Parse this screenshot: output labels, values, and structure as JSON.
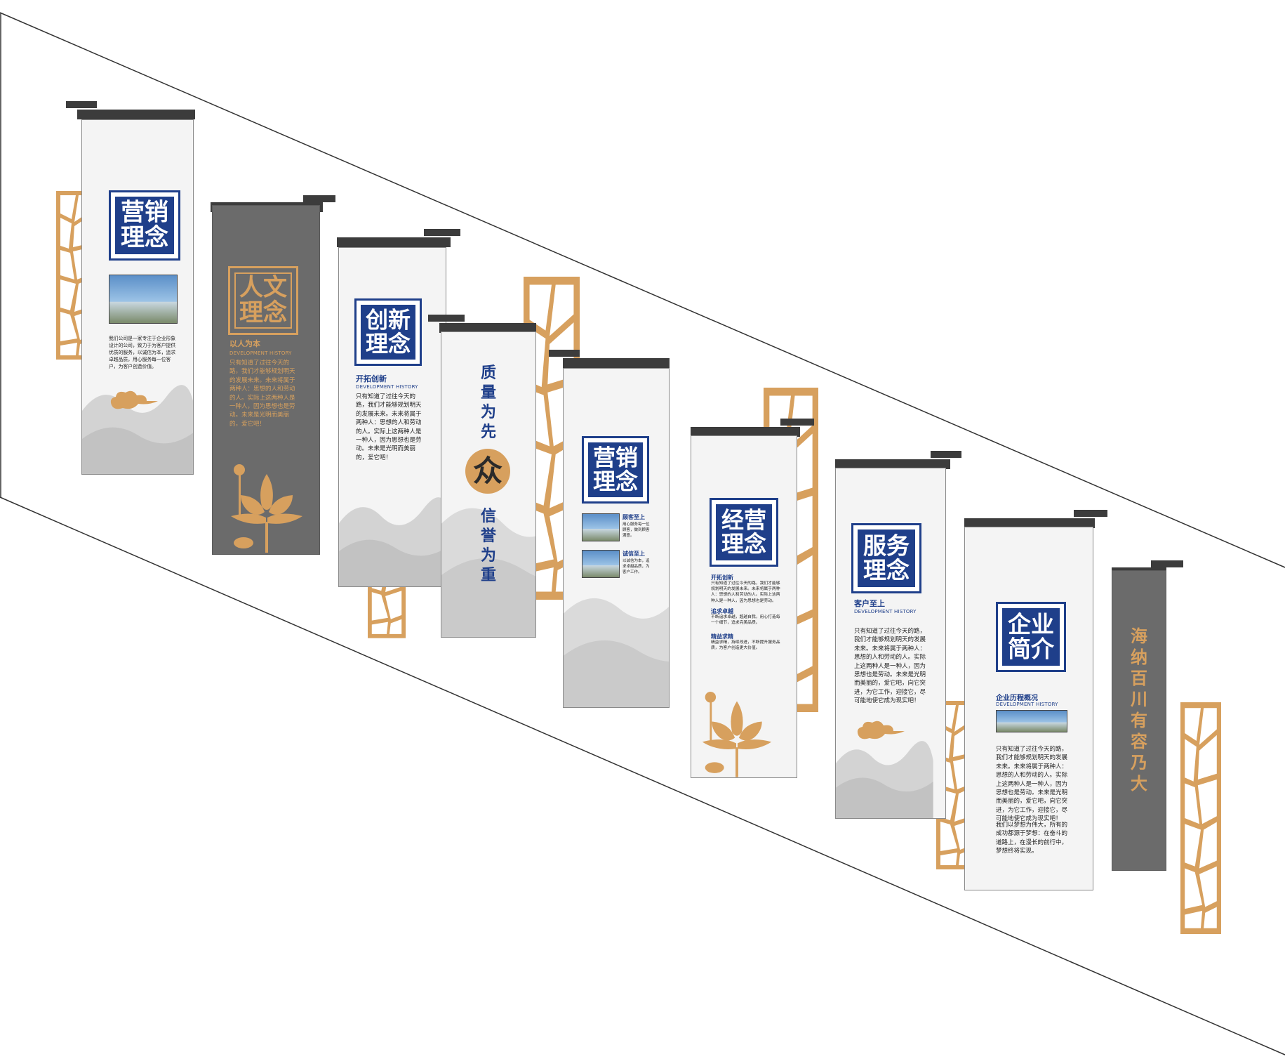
{
  "colors": {
    "navy": "#1f3f8a",
    "gold": "#d7a05e",
    "gray": "#6b6b6b",
    "roof": "#3c3c3c"
  },
  "panels": {
    "p1": {
      "title": "营销理念",
      "body": "我们公司是一家专注于企业形象设计的公司，致力于为客户提供优质的服务，以诚信为本，追求卓越品质，用心服务每一位客户，为客户创造价值。"
    },
    "p2": {
      "title": "人文理念",
      "subhead": "以人为本",
      "eng": "DEVELOPMENT HISTORY",
      "body": "只有知道了过往今天的路，我们才能够规划明天的发展未来。未来将属于两种人：思想的人和劳动的人。实际上这两种人是一种人，因为思想也是劳动。未来是光明而美丽的，爱它吧！"
    },
    "p3": {
      "title": "创新理念",
      "subhead": "开拓创新",
      "eng": "DEVELOPMENT HISTORY",
      "body": "只有知道了过往今天的路，我们才能够规划明天的发展未来。未来将属于两种人：思想的人和劳动的人。实际上这两种人是一种人，因为思想也是劳动。未来是光明而美丽的，爱它吧！"
    },
    "p4": {
      "top": "质量为先",
      "bottom": "信誉为重",
      "seal": "众"
    },
    "p5": {
      "title": "营销理念",
      "items": [
        {
          "head": "顾客至上",
          "body": "用心服务每一位顾客，做到顾客满意。"
        },
        {
          "head": "诚信至上",
          "body": "以诚信为本，追求卓越品质，为客户工作。"
        }
      ]
    },
    "p6": {
      "title": "经营理念",
      "sections": [
        {
          "head": "开拓创新",
          "body": "只有知道了过往今天的路，我们才能够规划明天的发展未来。未来将属于两种人：思想的人和劳动的人。实际上这两种人是一种人，因为思想也是劳动。"
        },
        {
          "head": "追求卓越",
          "body": "不断追求卓越，超越自我，用心打造每一个细节，追求完美品质。"
        },
        {
          "head": "精益求精",
          "body": "精益求精，持续改进，不断提升服务品质，为客户创造更大价值。"
        }
      ]
    },
    "p7": {
      "title": "服务理念",
      "subhead": "客户至上",
      "eng": "DEVELOPMENT HISTORY",
      "body": "只有知道了过往今天的路，我们才能够规划明天的发展未来。未来将属于两种人：思想的人和劳动的人。实际上这两种人是一种人，因为思想也是劳动。未来是光明而美丽的，爱它吧，向它突进，为它工作，迎接它，尽可能地使它成为现实吧！"
    },
    "p8": {
      "title": "企业简介",
      "subhead": "企业历程概况",
      "eng": "DEVELOPMENT HISTORY",
      "body": "只有知道了过往今天的路，我们才能够规划明天的发展未来。未来将属于两种人：思想的人和劳动的人。实际上这两种人是一种人，因为思想也是劳动。未来是光明而美丽的，爱它吧，向它突进，为它工作，迎接它，尽可能地使它成为现实吧！",
      "body2": "我们以梦想为伟大，所有的成功都源于梦想：在奋斗的道路上，在漫长的前行中，梦想终将实现。"
    },
    "p9": {
      "motto": "海纳百川有容乃大"
    }
  }
}
